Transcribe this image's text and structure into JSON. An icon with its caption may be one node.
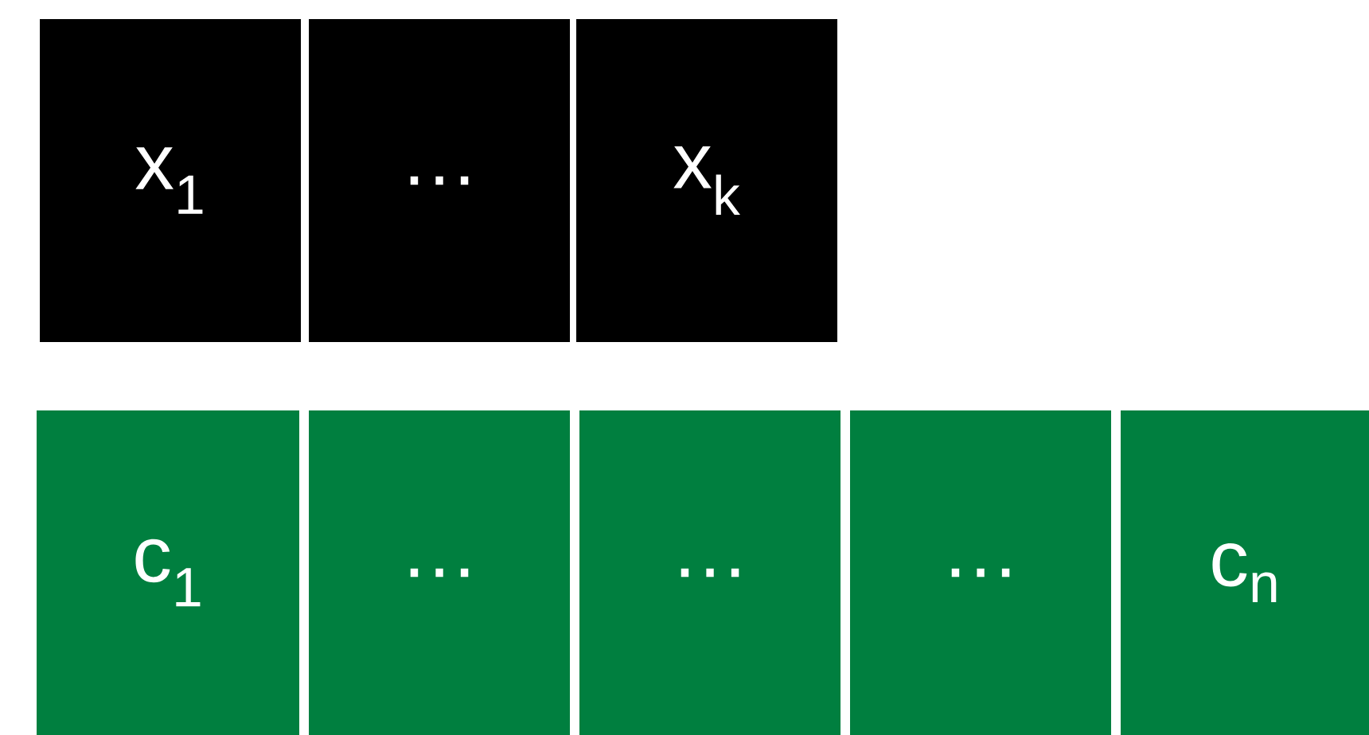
{
  "diagram": {
    "nodes": [
      {
        "text": [
          "x$_{1}$"
        ]
      },
      {
        "text": [
          "…"
        ]
      },
      {
        "text": [
          "x$_{k}$"
        ]
      },
      {
        "text": [
          "c$_{1}$"
        ]
      },
      {
        "text": [
          "…"
        ]
      },
      {
        "text": [
          "…"
        ]
      },
      {
        "text": [
          "…"
        ]
      },
      {
        "text": [
          "c$_{n}$"
        ]
      }
    ]
  }
}
